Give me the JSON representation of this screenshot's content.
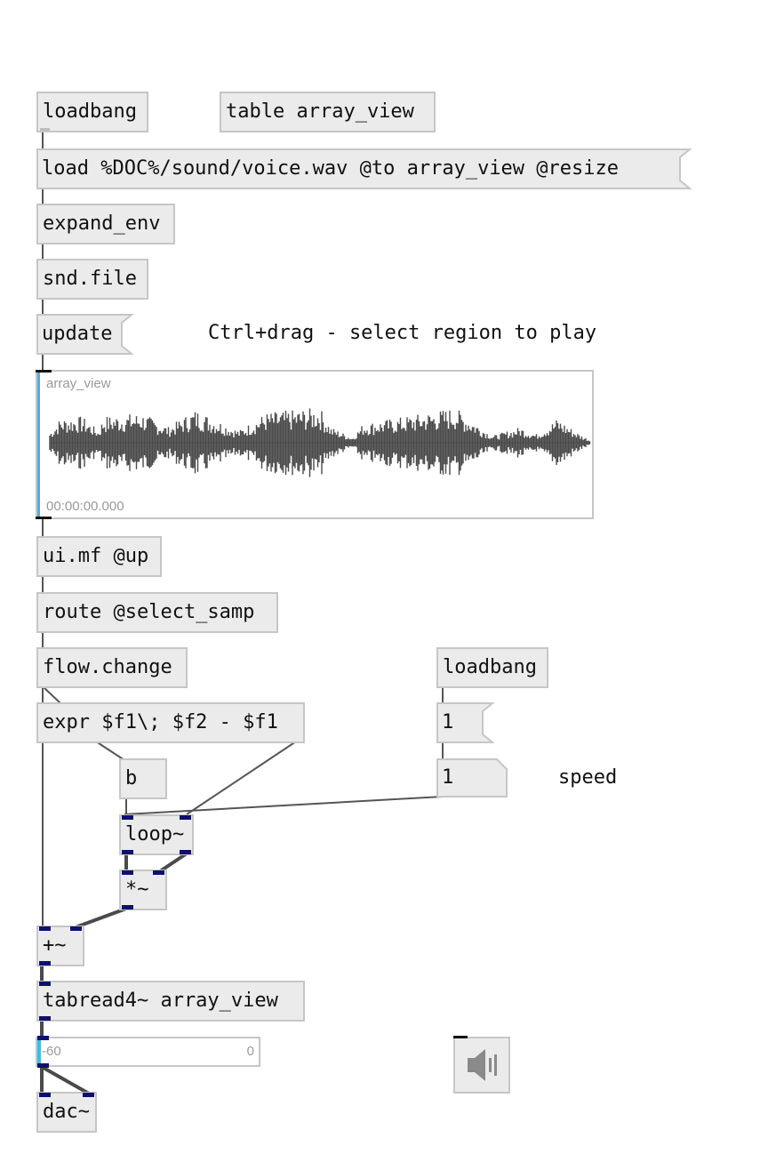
{
  "objects": {
    "loadbang1": "loadbang",
    "table": "table array_view",
    "expand_env": "expand_env",
    "snd_file": "snd.file",
    "ui_mf": "ui.mf @up",
    "route": "route @select_samp",
    "flow_change": "flow.change",
    "loadbang2": "loadbang",
    "expr": "expr $f1\\; $f2 - $f1",
    "b": "b",
    "loop": "loop~",
    "mul": "*~",
    "add": "+~",
    "tabread": "tabread4~ array_view",
    "dac": "dac~"
  },
  "messages": {
    "load": "load %DOC%/sound/voice.wav @to array_view @resize",
    "update": "update",
    "one": "1"
  },
  "number_box": {
    "value": "1"
  },
  "comments": {
    "select_hint": "Ctrl+drag - select region to play",
    "speed": "speed"
  },
  "array_view": {
    "name": "array_view",
    "time": "00:00:00.000"
  },
  "gain": {
    "min": "-60",
    "max": "0",
    "level_fraction": 0.0
  },
  "speaker": {
    "icon": "speaker-icon",
    "state": "off"
  },
  "colors": {
    "object_fill": "#ebebeb",
    "object_border": "#c6c6c6",
    "signal_port": "#0f0f70",
    "waveform": "#4a4a4a",
    "array_cursor": "#5aa9d6",
    "gain_knob": "#2ec2e8"
  }
}
